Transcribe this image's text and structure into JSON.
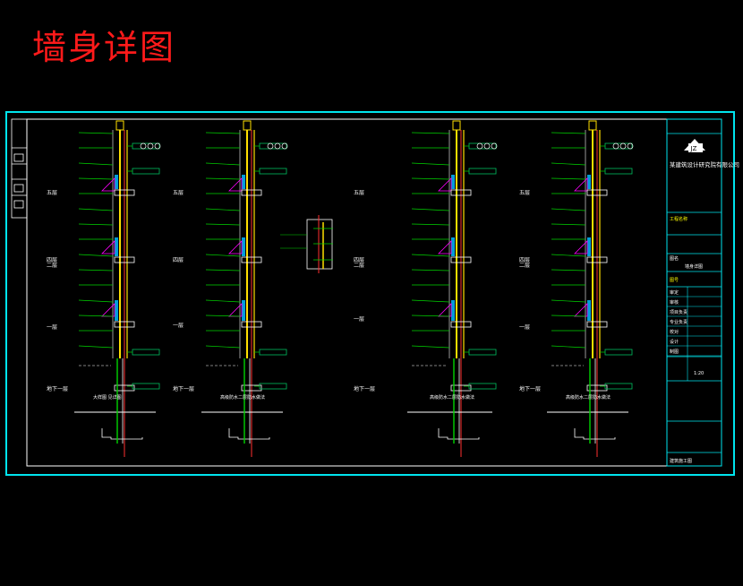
{
  "page": {
    "title": "墙身详图"
  },
  "colors": {
    "background": "#000000",
    "title": "#ff1a1a",
    "frame": "#00e5ee",
    "wall": "#ffe000",
    "lead_line": "#00d400",
    "leader": "#ff00ff",
    "axis": "#ff3030",
    "annotation_box": "#00c060",
    "glass": "#00b8ff",
    "outline": "#ffffff"
  },
  "sections": [
    {
      "id": "section-1",
      "floor_labels": [
        "五层",
        "四层",
        "二层",
        "一层",
        "地下一层"
      ],
      "note": "大样图 见详图"
    },
    {
      "id": "section-2",
      "floor_labels": [
        "五层",
        "四层",
        "一层",
        "地下一层"
      ],
      "note": "高级防水二层防水做法"
    },
    {
      "id": "section-3",
      "floor_labels": [
        "五层",
        "四层",
        "二层",
        "一层",
        "地下一层"
      ],
      "note": "高级防水二层防水做法"
    },
    {
      "id": "section-4",
      "floor_labels": [
        "五层",
        "四层",
        "二层",
        "一层",
        "地下一层"
      ],
      "note": "高级防水二层防水做法"
    }
  ],
  "title_block": {
    "company": "某建筑设计研究院有限公司",
    "project_label": "工程名称",
    "drawing_label": "图名",
    "drawing_name": "墙身详图",
    "sheet_label": "图号",
    "scale": "1:20",
    "rows": [
      "审定",
      "审核",
      "项目负责",
      "专业负责",
      "校对",
      "设计",
      "制图"
    ],
    "footer": "建筑施工图"
  }
}
